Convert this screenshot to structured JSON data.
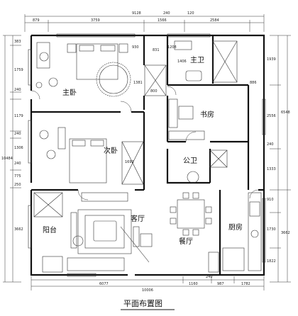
{
  "title": "平面布置图",
  "rooms": {
    "master_bedroom": "主卧",
    "master_bath": "主卫",
    "study": "书房",
    "second_bedroom": "次卧",
    "public_bath": "公卫",
    "balcony": "阳台",
    "living_room": "客厅",
    "dining_room": "餐厅",
    "kitchen": "厨房"
  },
  "dimensions": {
    "top_total": "9128",
    "top_a": "240",
    "top_b": "120",
    "top_1": "879",
    "top_2": "3759",
    "top_3": "1566",
    "top_4": "2584",
    "inner_930": "930",
    "inner_1406": "1406",
    "inner_831": "831",
    "inner_1208": "1208",
    "inner_1381": "1381",
    "inner_800": "800",
    "inner_1692": "1692",
    "inner_886": "886",
    "left_top": "383",
    "left_1759": "1759",
    "left_240": "240",
    "left_1179": "1179",
    "left_240b": "240",
    "left_1306": "1306",
    "left_240c": "240",
    "left_775": "775",
    "left_total": "10484",
    "left_3662": "3662",
    "left_250": "250",
    "right_1939": "1939",
    "right_6548": "6548",
    "right_2556": "2556",
    "right_240": "240",
    "right_1333": "1333",
    "right_910": "910",
    "right_1730": "1730",
    "right_3662": "3662",
    "right_1822": "1822",
    "bottom_6077": "6077",
    "bottom_1160": "1160",
    "bottom_987": "987",
    "bottom_1782": "1782",
    "bottom_total": "10006",
    "bottom_240": "240"
  }
}
